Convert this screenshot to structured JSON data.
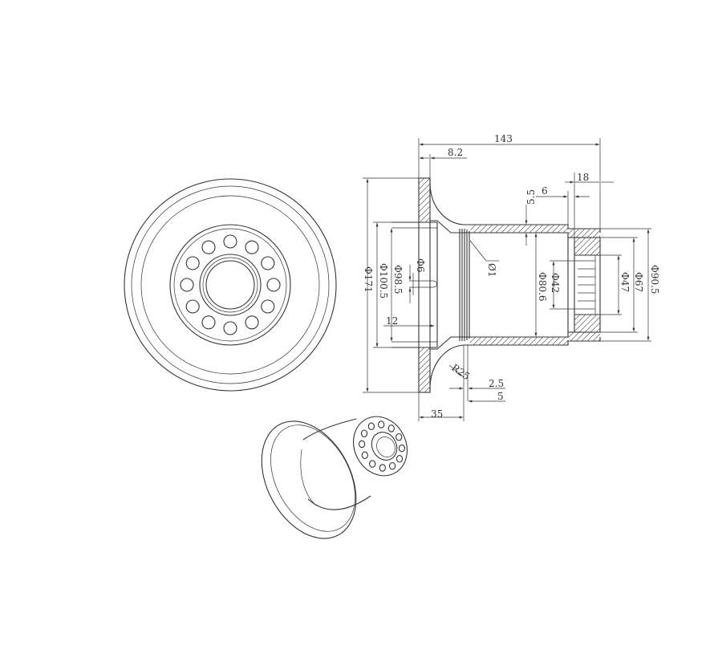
{
  "views": [
    "front-view",
    "section-view",
    "isometric-view"
  ],
  "hole_circle_count": 12,
  "dimensions": {
    "overall_length": "143",
    "flange_thickness": "8.2",
    "end_step_length": "18",
    "step_length": "6",
    "wall_thickness": "5.5",
    "hole_diameter": "Φ6",
    "groove_depth": "Ø1",
    "flange_outer_diameter": "Φ171",
    "bore_diameter_1": "Φ100.5",
    "bore_diameter_2": "Φ98.5",
    "hole_offset": "12",
    "tube_inner_diameter": "Φ80.6",
    "inner_diameter_1": "Φ42",
    "inner_diameter_2": "Φ47",
    "inner_diameter_3": "Φ67",
    "end_outer_diameter": "Φ90.5",
    "fillet_radius": "R25",
    "groove_width": "2.5",
    "groove_pitch": "5",
    "neck_length": "35"
  },
  "colors": {
    "line": "#333333",
    "background": "#ffffff"
  }
}
